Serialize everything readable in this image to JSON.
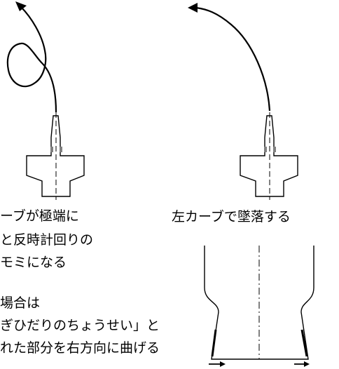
{
  "captions": {
    "left_line1": "ーブが極端に",
    "left_line2": "と反時計回りの",
    "left_line3": "モミになる",
    "right_caption": "左カーブで墜落する",
    "bottom_line1": "場合は",
    "bottom_line2": "ぎひだりのちょうせい」と",
    "bottom_line3": "れた部分を右方向に曲げる"
  },
  "colors": {
    "stroke": "#000000",
    "control_surface": "#808080"
  }
}
